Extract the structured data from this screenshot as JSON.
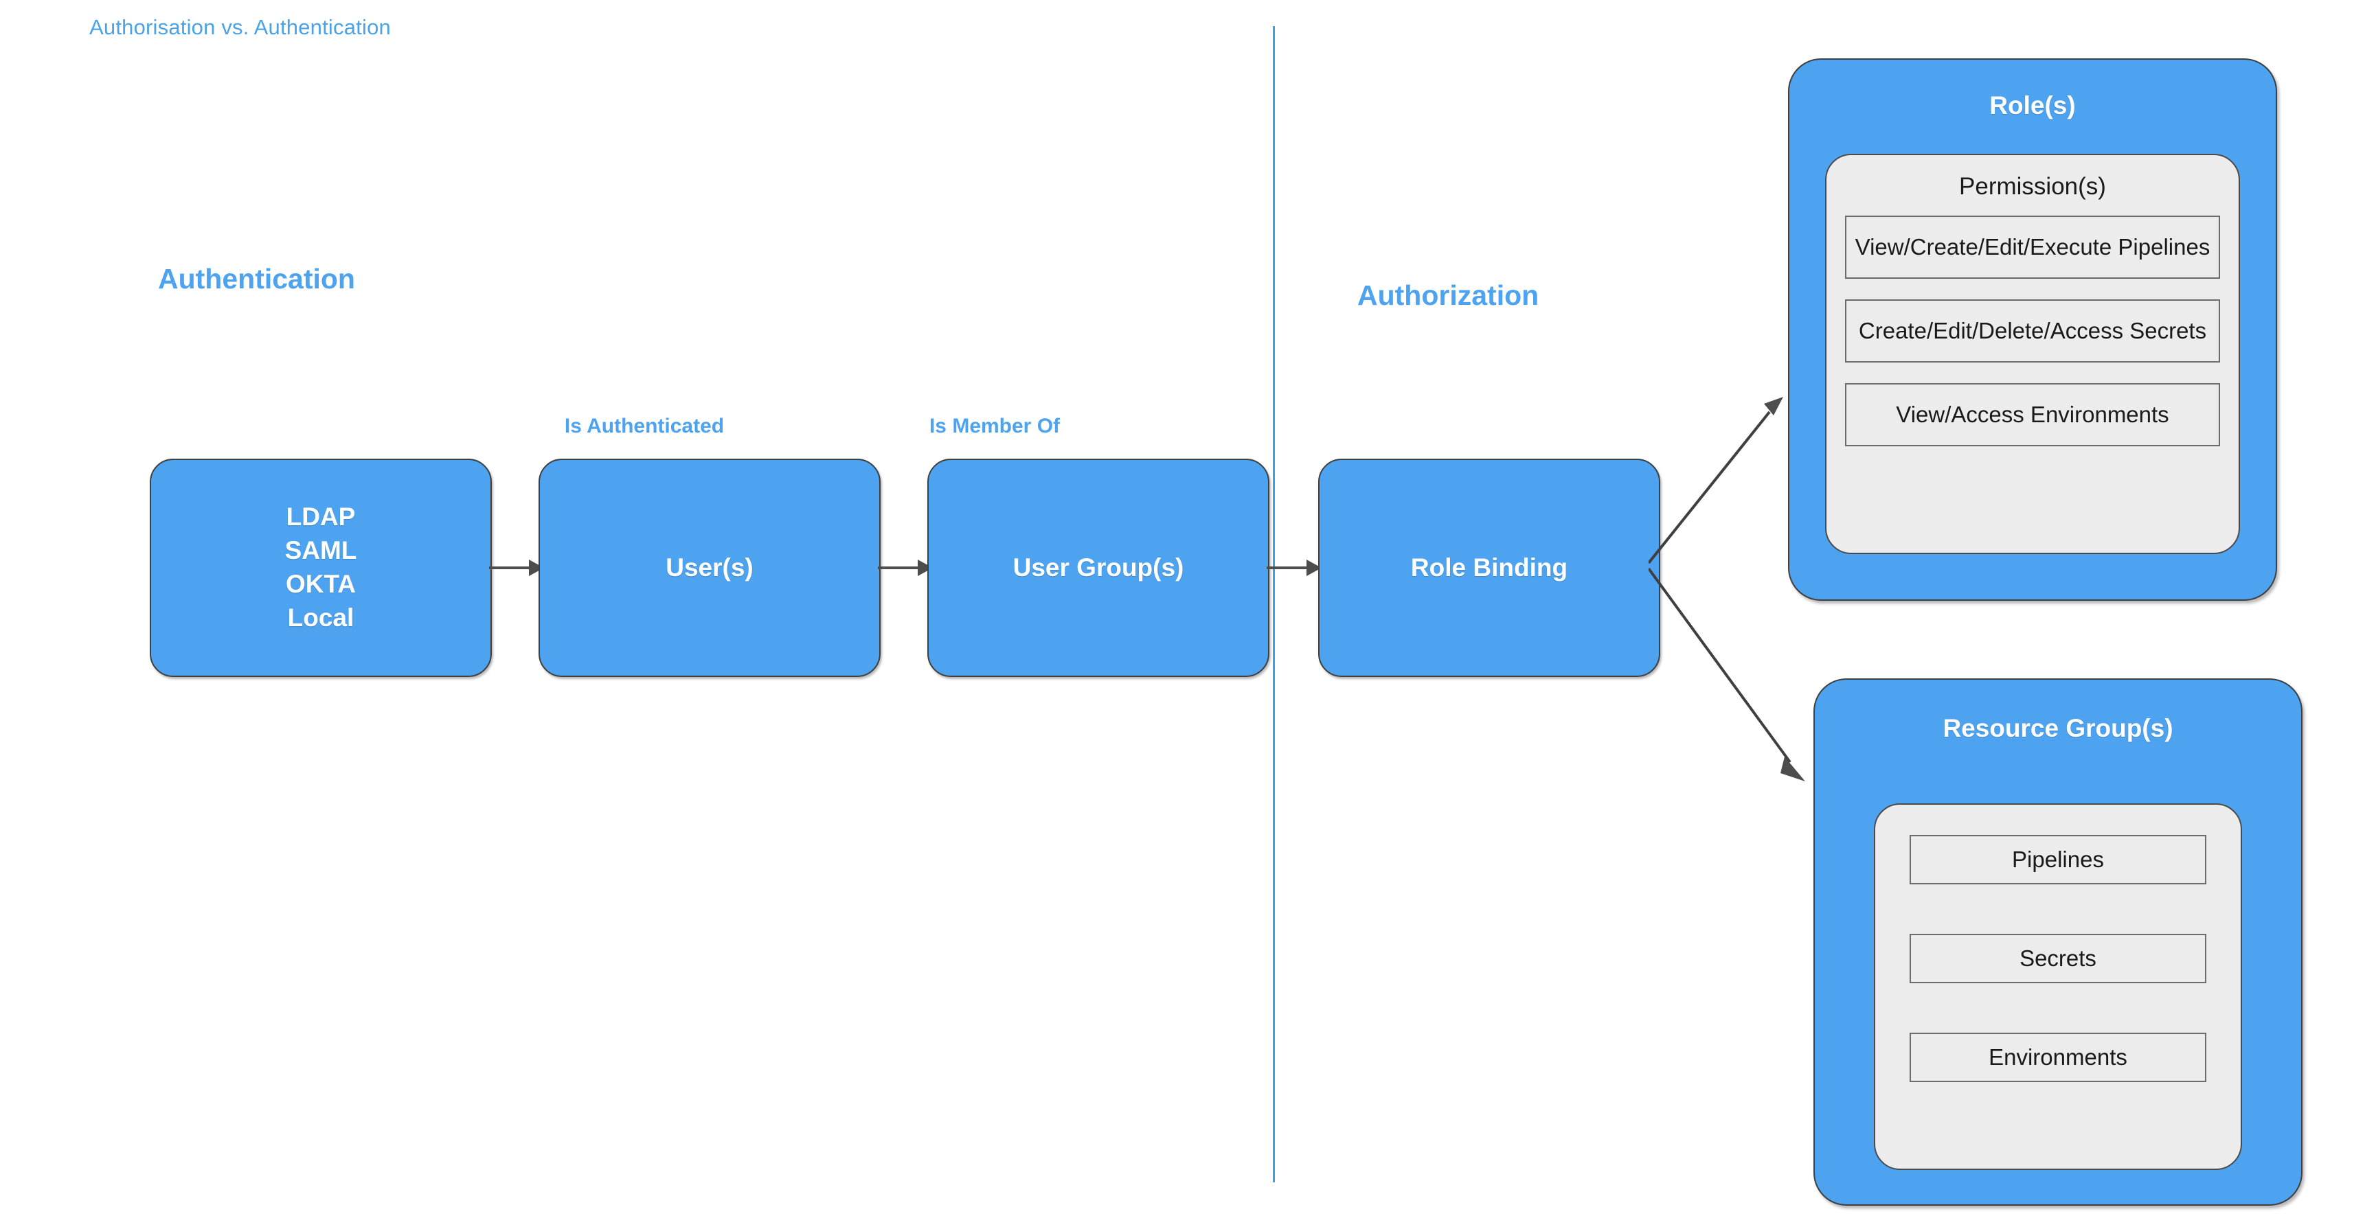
{
  "title": "Authorisation vs. Authentication",
  "colors": {
    "accent_blue": "#4da3ef",
    "title_blue": "#4aa3e8",
    "divider_blue": "#3aa2e0",
    "panel_gray": "#ececec",
    "box_border": "#3f3f3f",
    "arrow_gray": "#4d4d4d",
    "white_text": "#ffffff",
    "dark_text": "#1a1a1a"
  },
  "sections": {
    "authentication_heading": "Authentication",
    "authorization_heading": "Authorization"
  },
  "flow": {
    "idp": {
      "lines": [
        "LDAP",
        "SAML",
        "OKTA",
        "Local"
      ]
    },
    "users": {
      "label": "User(s)",
      "incoming_edge_label": "Is Authenticated"
    },
    "user_groups": {
      "label": "User Group(s)",
      "incoming_edge_label": "Is Member Of"
    },
    "role_binding": {
      "label": "Role Binding"
    }
  },
  "roles_panel": {
    "title": "Role(s)",
    "inner_title": "Permission(s)",
    "permissions": [
      "View/Create/Edit/Execute Pipelines",
      "Create/Edit/Delete/Access Secrets",
      "View/Access Environments"
    ]
  },
  "resources_panel": {
    "title": "Resource Group(s)",
    "resources": [
      "Pipelines",
      "Secrets",
      "Environments"
    ]
  }
}
